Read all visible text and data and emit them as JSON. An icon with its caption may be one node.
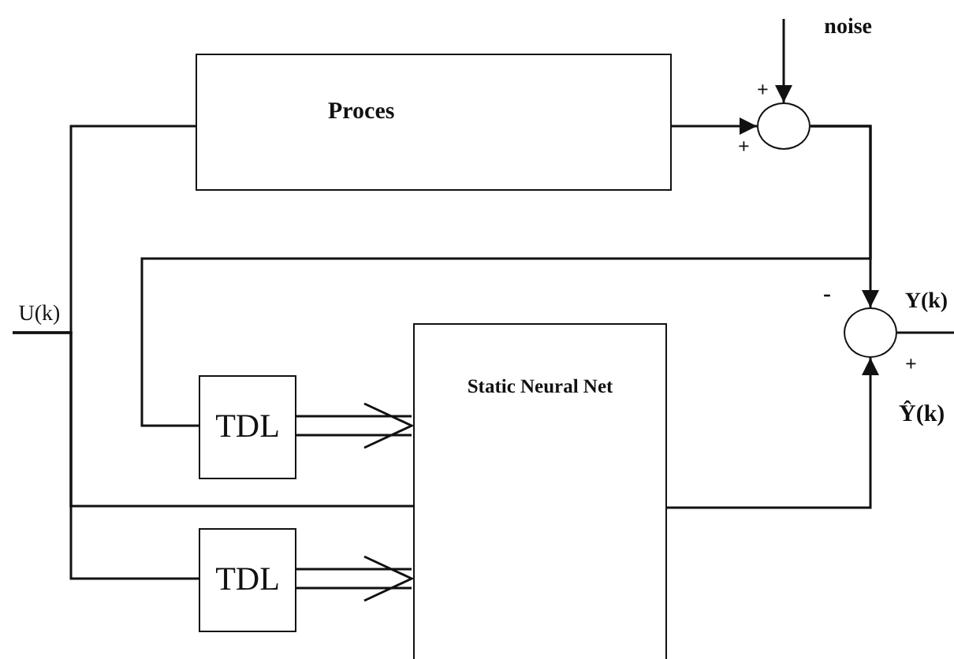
{
  "diagram": {
    "nodes": [
      {
        "text": [
          "Proces"
        ]
      },
      {
        "text": [
          "noise"
        ]
      },
      {
        "text": [],
        "shape": "circle"
      },
      {
        "text": [
          "U(k)"
        ]
      },
      {
        "text": [
          "Y(k)"
        ]
      },
      {
        "text": [],
        "shape": "circle"
      },
      {
        "text": [
          "TDL"
        ]
      },
      {
        "text": [
          "Static Neural Net"
        ]
      },
      {
        "text": [
          "TDL"
        ]
      }
    ],
    "edges": [
      {
        "from": 1,
        "to": 2,
        "arrow": "to"
      },
      {
        "from": 0,
        "to": 2,
        "arrow": "to"
      },
      {
        "from": 2,
        "to": 5,
        "arrow": "to"
      },
      {
        "from": 2,
        "to": 6,
        "arrow": "none"
      },
      {
        "from": 6,
        "to": 7,
        "arrow": "to"
      },
      {
        "from": 3,
        "to": 0,
        "arrow": "none"
      },
      {
        "from": 3,
        "to": 7,
        "arrow": "none"
      },
      {
        "from": 3,
        "to": 8,
        "arrow": "none"
      },
      {
        "from": 8,
        "to": 7,
        "arrow": "to"
      },
      {
        "from": 7,
        "to": 5,
        "arrow": "to"
      },
      {
        "from": 5,
        "to": 4,
        "arrow": "none"
      }
    ],
    "labels": [
      "+",
      "+",
      "-",
      "+",
      "Ŷ(k)"
    ]
  }
}
